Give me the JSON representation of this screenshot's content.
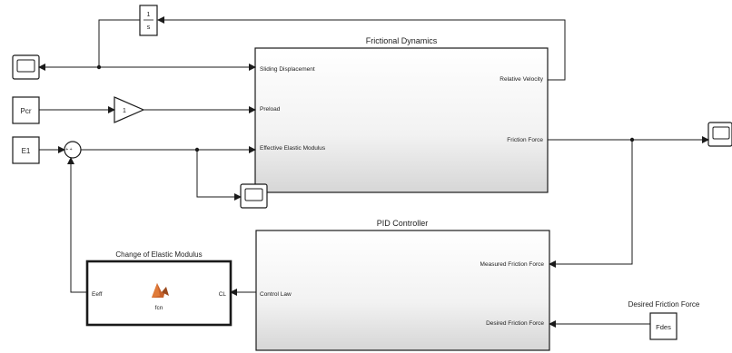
{
  "subsystems": {
    "frictional_dynamics": {
      "title": "Frictional Dynamics",
      "ports_in": [
        "Sliding Displacement",
        "Preload",
        "Effective Elastic Modulus"
      ],
      "ports_out": [
        "Relative Velocity",
        "Friction Force"
      ]
    },
    "pid_controller": {
      "title": "PID Controller",
      "ports_in": [
        "Control Law"
      ],
      "ports_out_left": [
        "Measured Friction Force",
        "Desired Friction Force"
      ]
    },
    "elastic_modulus": {
      "title": "Change of Elastic Modulus",
      "port_left": "Eeff",
      "port_right": "CL",
      "function_name": "fcn"
    }
  },
  "blocks": {
    "integrator": {
      "numerator": "1",
      "denominator": "s"
    },
    "constant_pcr": "Pcr",
    "constant_e1": "E1",
    "gain_value": "1",
    "sum_signs": "+ +",
    "desired_force_label": "Desired Friction Force",
    "desired_force_source": "Fdes"
  },
  "colors": {
    "line": "#1a1a1a",
    "block_fill": "#ffffff",
    "subsystem_gradient_top": "#ffffff",
    "subsystem_gradient_bottom": "#d8d8d8",
    "matlab_logo": "#c8612a"
  },
  "icons": [
    "scope-icon",
    "matlab-function-icon"
  ]
}
